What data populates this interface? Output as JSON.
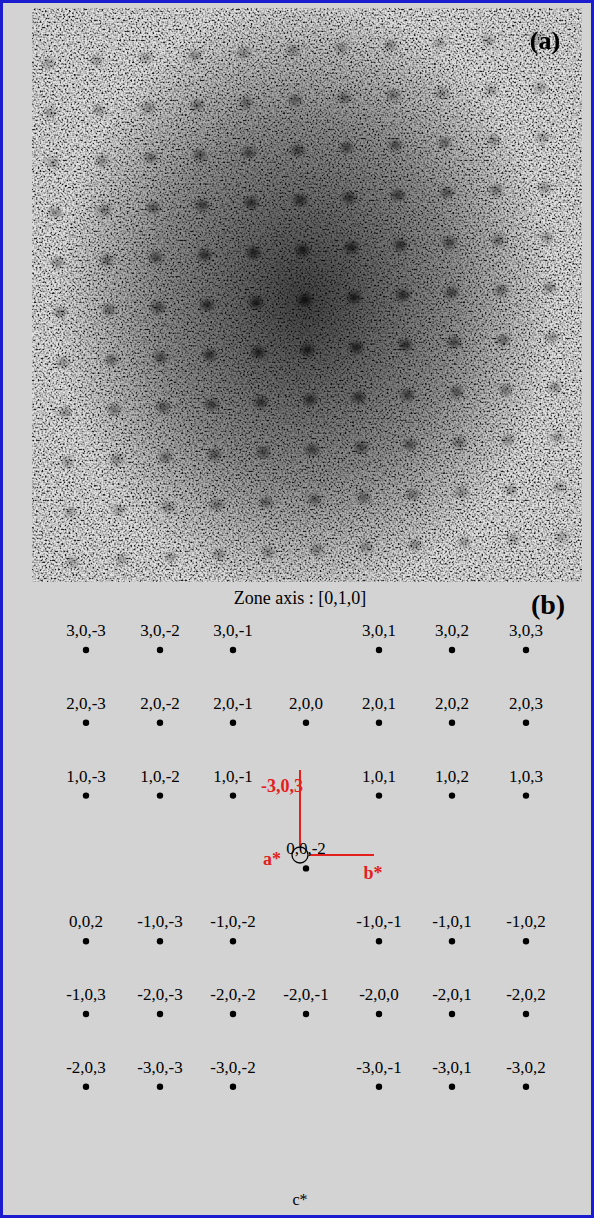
{
  "diagram": {
    "labels": [
      "(a)",
      "Zone axis : [0,1,0]",
      "(b)",
      "3,0,-3",
      "3,0,-2",
      "3,0,-1",
      "3,0,1",
      "3,0,2",
      "3,0,3",
      "2,0,-3",
      "2,0,-2",
      "2,0,-1",
      "2,0,0",
      "2,0,1",
      "2,0,2",
      "2,0,3",
      "1,0,-3",
      "1,0,-2",
      "1,0,-1",
      "1,0,1",
      "1,0,2",
      "1,0,3",
      "0,0,-2",
      "0,0,2",
      "-1,0,-3",
      "-1,0,-2",
      "-1,0,-1",
      "-1,0,1",
      "-1,0,2",
      "-1,0,3",
      "-2,0,-3",
      "-2,0,-2",
      "-2,0,-1",
      "-2,0,0",
      "-2,0,1",
      "-2,0,2",
      "-2,0,3",
      "-3,0,-3",
      "-3,0,-2",
      "-3,0,-1",
      "-3,0,1",
      "-3,0,2",
      "-3,0,3",
      "a*",
      "b*",
      "c*"
    ]
  }
}
